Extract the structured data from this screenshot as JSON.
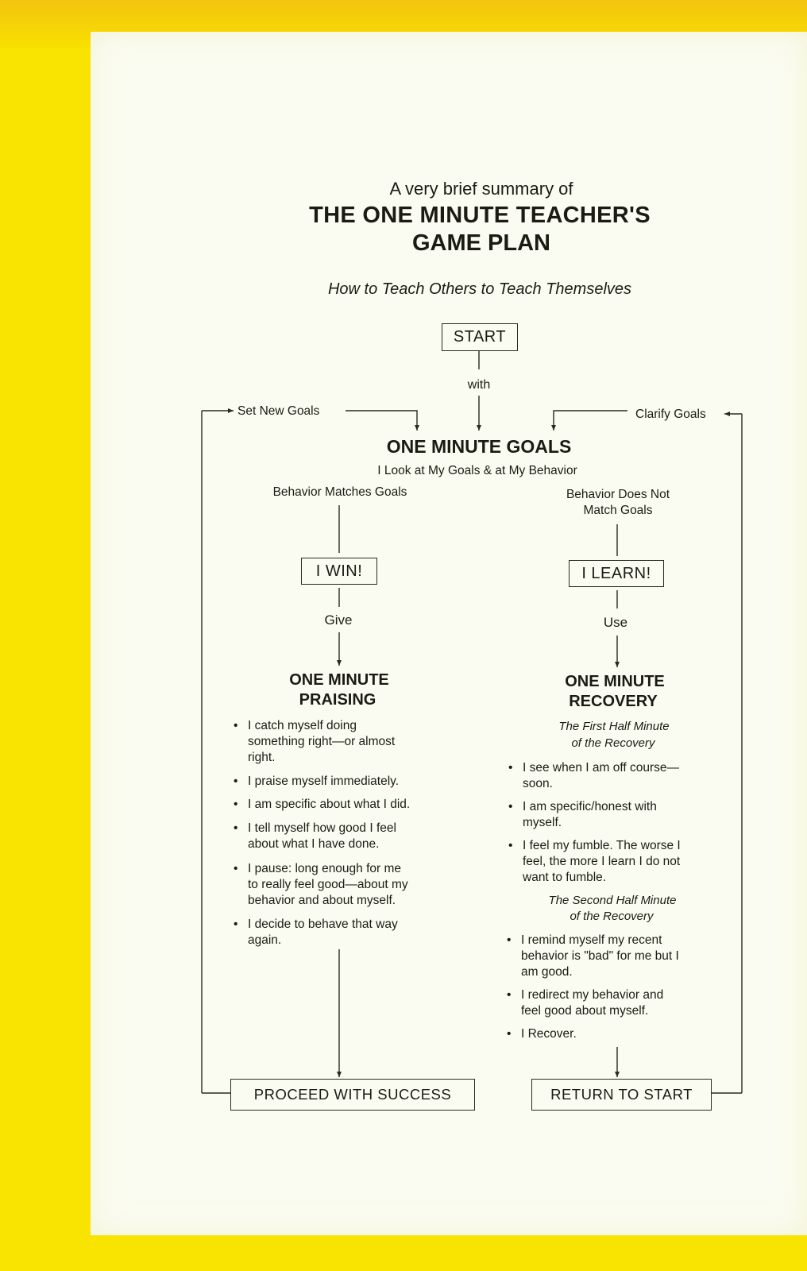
{
  "header": {
    "kicker": "A very brief summary of",
    "title_line1": "THE ONE MINUTE TEACHER'S",
    "title_line2": "GAME PLAN",
    "subtitle": "How to Teach Others to Teach Themselves"
  },
  "flow": {
    "start": "START",
    "with": "with",
    "set_new_goals": "Set New Goals",
    "clarify_goals": "Clarify Goals",
    "goals_title": "ONE MINUTE GOALS",
    "goals_sub": "I Look at My Goals & at My Behavior",
    "matches": "Behavior Matches Goals",
    "not_match_1": "Behavior Does Not",
    "not_match_2": "Match Goals",
    "win": "I WIN!",
    "learn": "I LEARN!",
    "give": "Give",
    "use": "Use",
    "proceed": "PROCEED WITH SUCCESS",
    "return": "RETURN TO START"
  },
  "praising": {
    "title1": "ONE MINUTE",
    "title2": "PRAISING",
    "bullets": [
      [
        "I catch myself doing",
        "something right—or almost",
        "right."
      ],
      [
        "I praise myself immediately."
      ],
      [
        "I am specific about what I did."
      ],
      [
        "I tell myself how good I feel",
        "about what I have done."
      ],
      [
        "I pause: long enough for me",
        "to really feel good—about my",
        "behavior and about myself."
      ],
      [
        "I decide to behave that way",
        "again."
      ]
    ]
  },
  "recovery": {
    "title1": "ONE MINUTE",
    "title2": "RECOVERY",
    "first_half_1": "The First Half Minute",
    "first_half_2": "of the Recovery",
    "bullets_first": [
      [
        "I see when I am off course—",
        "soon."
      ],
      [
        "I am specific/honest with",
        "myself."
      ],
      [
        "I feel my fumble. The worse I",
        "feel, the more I learn I do not",
        "want to fumble."
      ]
    ],
    "second_half_1": "The Second Half Minute",
    "second_half_2": "of the Recovery",
    "bullets_second": [
      [
        "I remind myself my recent",
        "behavior is \"bad\" for me but I",
        "am good."
      ],
      [
        "I redirect my behavior and",
        "feel good about myself."
      ],
      [
        "I Recover."
      ]
    ]
  },
  "colors": {
    "background": "#f8e400",
    "page": "#fbfcf1",
    "ink": "#1b1b14"
  }
}
